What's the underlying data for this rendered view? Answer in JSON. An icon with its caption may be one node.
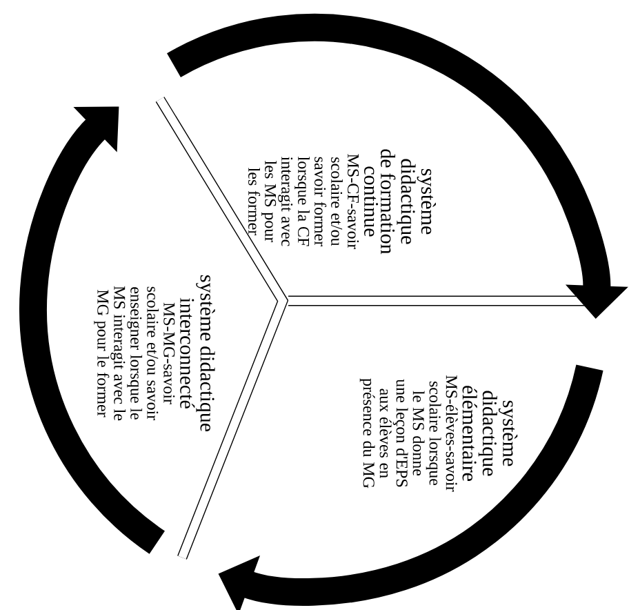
{
  "diagram": {
    "nodes": [
      {
        "text": [
          "système didactique de formation continue",
          "MS-CF-savoir scolaire et/ou savoir former lorsque la CF interagit avec les MS pour les former"
        ]
      },
      {
        "text": [
          "système didactique élémentaire",
          "MS-élèves-savoir scolaire lorsque le MS donne une leçon d'EPS aux élèves en présence du MG"
        ]
      },
      {
        "text": [
          "système didactique interconnecté",
          "MS-MG-savoir scolaire et/ou savoir enseigner lorsque le MS interagit avec le MG pour le former"
        ]
      }
    ]
  }
}
